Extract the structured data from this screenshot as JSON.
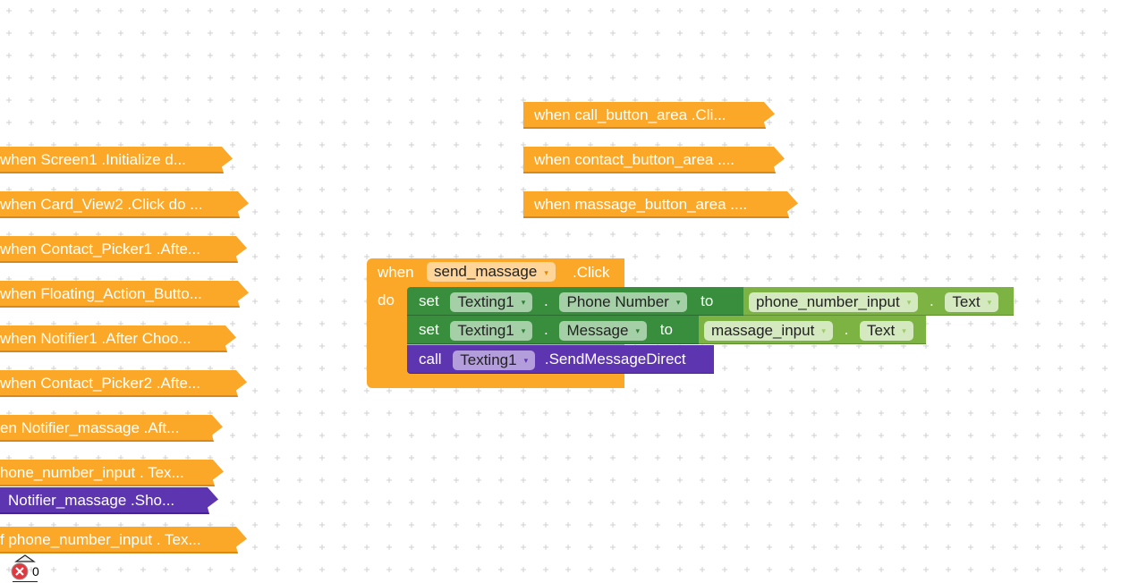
{
  "colors": {
    "event": "#fba828",
    "setter": "#388e3c",
    "getter": "#7cb342",
    "procedure": "#5e35b1",
    "grid": "#d0d0d0"
  },
  "left_blocks": [
    "when  Screen1 .Initialize d...",
    "when  Card_View2 .Click do ...",
    "when  Contact_Picker1 .Afte...",
    "when  Floating_Action_Butto...",
    "when  Notifier1 .After Choo...",
    "when  Contact_Picker2 .Afte...",
    "en  Notifier_massage .Aft...",
    "hone_number_input . Tex...",
    "Notifier_massage .Sho...",
    "f phone_number_input . Tex..."
  ],
  "top_blocks": [
    "when  call_button_area .Cli...",
    "when  contact_button_area ....",
    "when  massage_button_area ...."
  ],
  "main": {
    "when": "when",
    "component": "send_massage",
    "event": ".Click",
    "do": "do",
    "set1": {
      "kw": "set",
      "comp": "Texting1",
      "prop": "Phone Number",
      "to": "to",
      "getcomp": "phone_number_input",
      "getprop": "Text"
    },
    "set2": {
      "kw": "set",
      "comp": "Texting1",
      "prop": "Message",
      "to": "to",
      "getcomp": "massage_input",
      "getprop": "Text"
    },
    "call": {
      "kw": "call",
      "comp": "Texting1",
      "method": ".SendMessageDirect"
    },
    "dot": ".",
    "arrow": "▾"
  },
  "status": {
    "error_icon": "error-x-icon",
    "warning_icon": "warning-triangle-icon",
    "error_count": "0"
  }
}
